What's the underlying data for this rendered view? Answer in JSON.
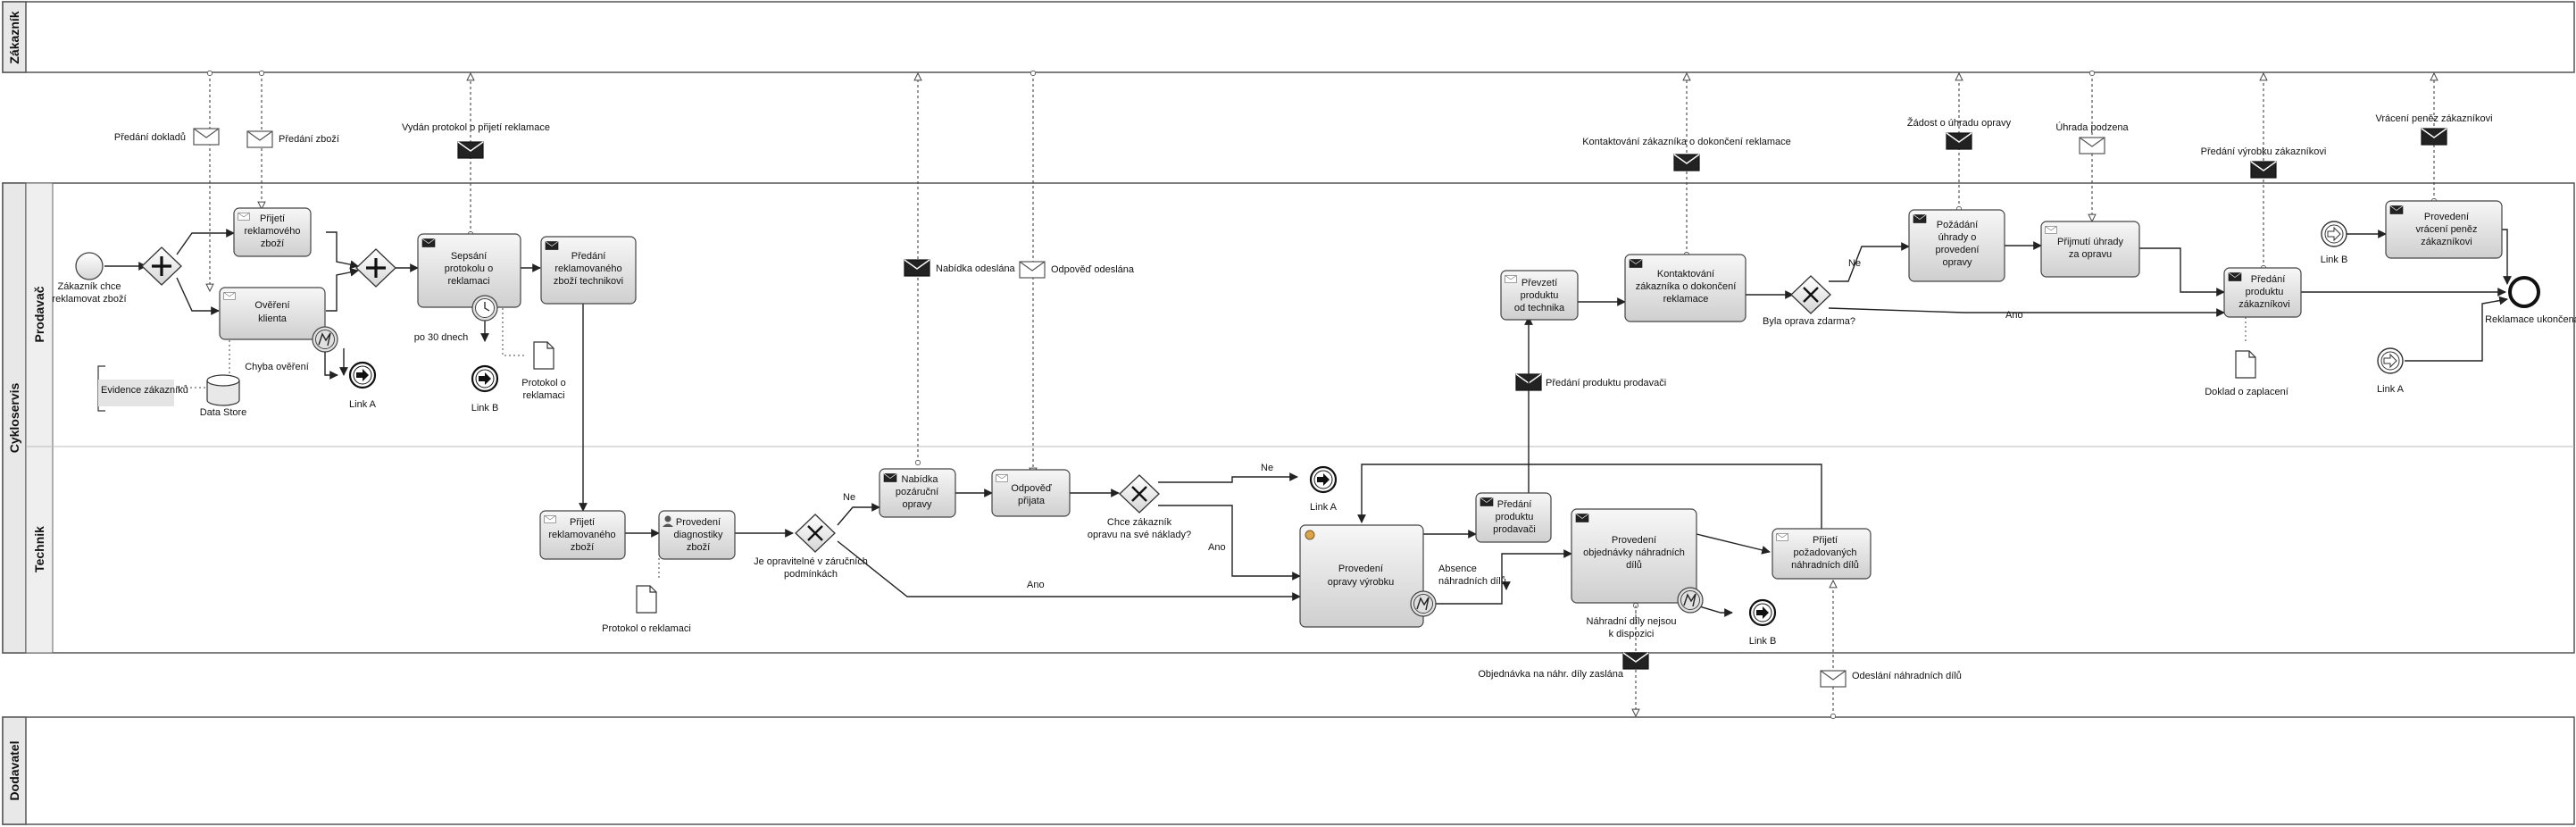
{
  "pools": {
    "zakaznik": "Zákazník",
    "cykloservis": "Cykloservis",
    "dodavatel": "Dodavatel"
  },
  "lanes": {
    "prodavac": "Prodavač",
    "technik": "Technik"
  },
  "events": {
    "start": [
      "Zákazník chce",
      "reklamovat zboží"
    ],
    "end": "Reklamace ukončena",
    "timer": "po 30 dnech",
    "error": "Chyba ověření",
    "missing_parts": [
      "Náhradní díly nejsou",
      "k dispozici"
    ]
  },
  "links": {
    "a": "Link A",
    "b": "Link B"
  },
  "tasks": {
    "prijeti_zbozi": [
      "Přijetí",
      "reklamového",
      "zboží"
    ],
    "overeni": [
      "Ověření",
      "klienta"
    ],
    "sepsani": [
      "Sepsání",
      "protokolu o",
      "reklamaci"
    ],
    "predani_tech": [
      "Předání",
      "reklamovaného",
      "zboží technikovi"
    ],
    "prevzeti": [
      "Převzetí",
      "produktu",
      "od technika"
    ],
    "kontaktovani": [
      "Kontaktování",
      "zákazníka o dokončení",
      "reklamace"
    ],
    "pozadani": [
      "Požádání",
      "úhrady o",
      "provedení",
      "opravy"
    ],
    "prijmuti_uhrady": [
      "Přijmutí úhrady",
      "za opravu"
    ],
    "predani_zak": [
      "Předání",
      "produktu",
      "zákazníkovi"
    ],
    "vraceni": [
      "Provedení",
      "vrácení peněz",
      "zákazníkovi"
    ],
    "prijeti_tech": [
      "Přijetí",
      "reklamovaného",
      "zboží"
    ],
    "diagnostika": [
      "Provedení",
      "diagnostiky",
      "zboží"
    ],
    "nabidka": [
      "Nabídka",
      "pozáruční",
      "opravy"
    ],
    "odpoved": [
      "Odpověď",
      "přijata"
    ],
    "oprava": [
      "Provedení",
      "opravy výrobku"
    ],
    "predani_prod": [
      "Předání",
      "produktu",
      "prodavači"
    ],
    "objednavka": [
      "Provedení",
      "objednávky náhradních",
      "dílů"
    ],
    "prijeti_dilu": [
      "Přijetí",
      "požadovaných",
      "náhradních dílů"
    ]
  },
  "gateways": {
    "zaruka": [
      "Je opravitelné v záručních",
      "podmínkách"
    ],
    "naklady": [
      "Chce zákazník",
      "opravu na své náklady?"
    ],
    "zdarma": "Byla oprava zdarma?"
  },
  "flow_labels": {
    "ne": "Ne",
    "ano": "Ano",
    "absence": [
      "Absence",
      "náhradních dílů"
    ]
  },
  "messages": {
    "predani_dokladu": "Předání dokladů",
    "predani_zbozi": "Předání zboží",
    "vydan_protokol": "Vydán protokol o přijetí reklamace",
    "nabidka_odeslana": "Nabídka odeslána",
    "odpoved_odeslana": "Odpověď odeslána",
    "kontaktovani": "Kontaktování zákazníka o dokončení reklamace",
    "zadost": "Žádost o úhradu opravy",
    "uhrada": "Úhrada podzena",
    "predani_vyrobku": "Předání výrobku zákazníkovi",
    "vraceni": "Vrácení peněz zákazníkovi",
    "predani_prodavaci": "Předání produktu prodavači",
    "objednavka": "Objednávka na náhr. díly zaslána",
    "odeslani_dilu": "Odeslání náhradních dílů"
  },
  "artifacts": {
    "evidence": "Evidence zákazníků",
    "datastore": "Data Store",
    "protokol": [
      "Protokol o",
      "reklamaci"
    ],
    "protokol2": "Protokol o reklamaci",
    "doklad": "Doklad o zaplacení"
  },
  "icons": [
    "envelope-icon",
    "timer-icon",
    "error-icon",
    "link-icon",
    "document-icon",
    "database-icon",
    "gear-icon",
    "user-icon"
  ]
}
